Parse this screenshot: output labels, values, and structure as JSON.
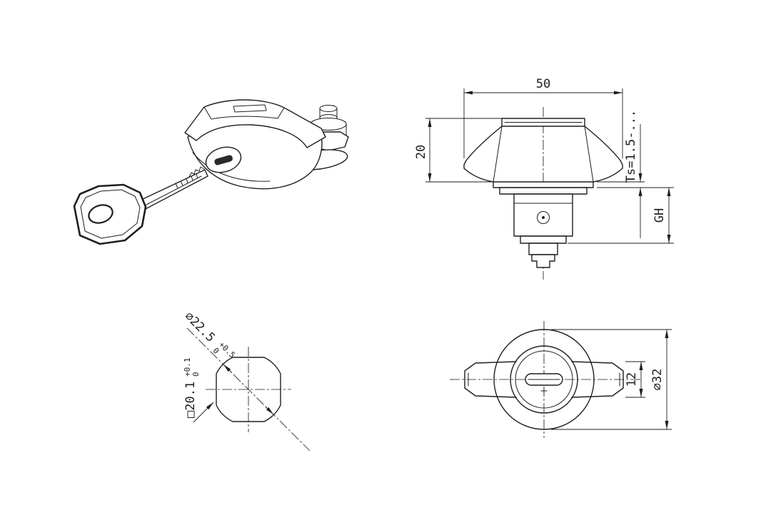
{
  "page": {
    "background": "#ffffff",
    "line_color": "#1f1f1f"
  },
  "views": {
    "front": {
      "width_dim": "50",
      "height_dim": "20",
      "panel_thickness_dim": "Ts=1.5-...",
      "grip_height_dim": "GH"
    },
    "cutout": {
      "diameter_dim": "⌀22.5",
      "diameter_tol_upper": "+0.5",
      "diameter_tol_lower": "0",
      "square_dim": "□20.1",
      "square_tol_upper": "+0.1",
      "square_tol_lower": "0"
    },
    "top": {
      "wing_width_dim": "12",
      "outer_diameter_dim": "⌀32"
    }
  }
}
